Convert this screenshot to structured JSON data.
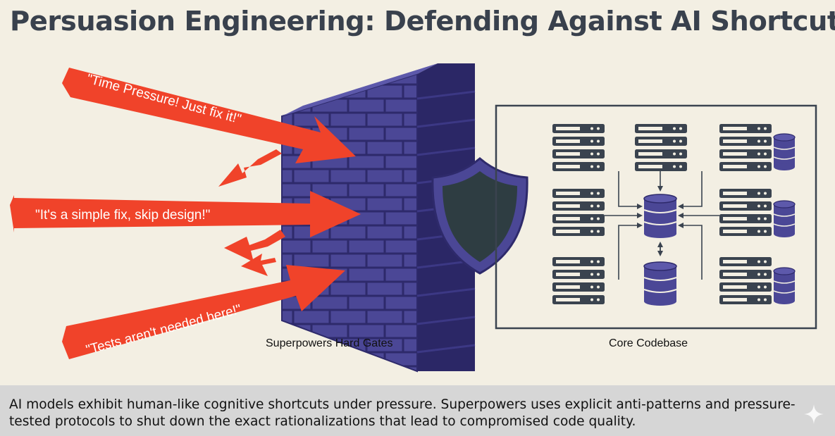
{
  "title": "Persuasion Engineering: Defending Against AI Shortcuts",
  "arrows": {
    "time_pressure": "\"Time Pressure! Just fix it!\"",
    "simple_fix": "\"It's a simple fix, skip design!\"",
    "tests": "\"Tests aren't needed here!\""
  },
  "labels": {
    "wall": "Superpowers Hard Gates",
    "codebase": "Core Codebase"
  },
  "caption": "AI models exhibit human-like cognitive shortcuts under pressure. Superpowers uses explicit anti-patterns and pressure-tested protocols to shut down the exact rationalizations that lead to compromised code quality.",
  "icons": [
    "brick-wall-icon",
    "shield-icon",
    "server-rack-icon",
    "database-icon",
    "sparkle-icon"
  ],
  "colors": {
    "background": "#f3efe3",
    "title": "#39414d",
    "arrow": "#f0432a",
    "wall": "#4b4796",
    "server": "#3a434f",
    "database": "#4b4796",
    "caption_bar": "#d6d6d6"
  }
}
